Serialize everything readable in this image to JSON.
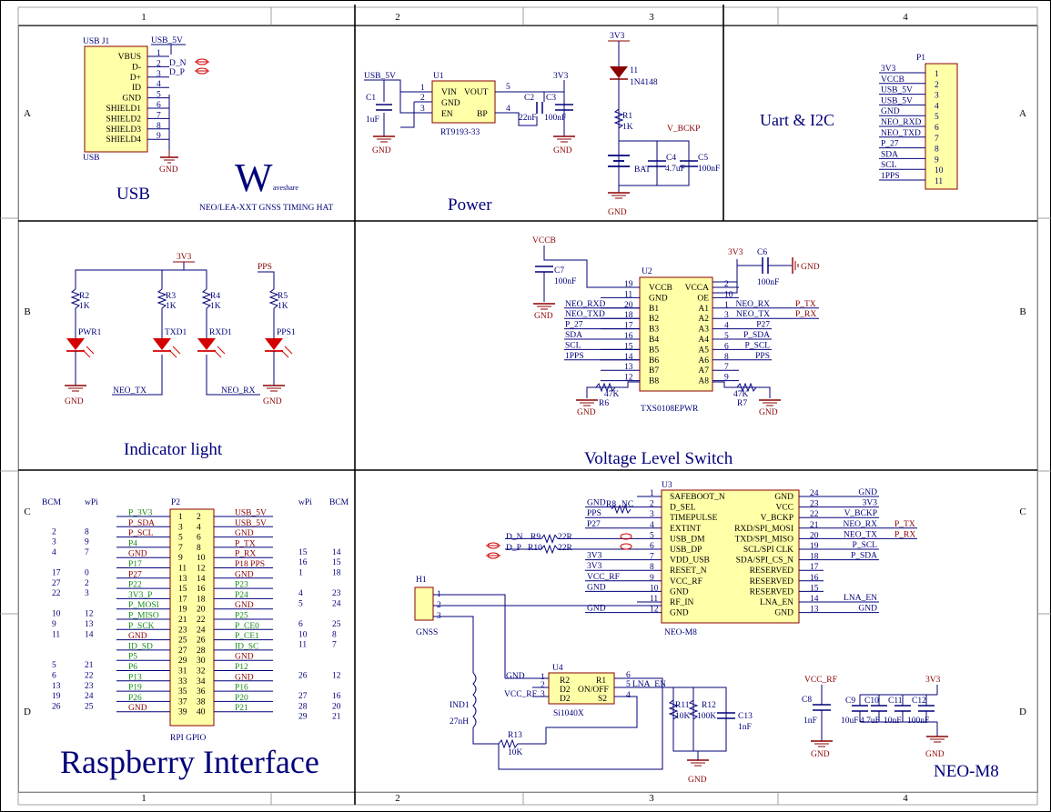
{
  "frame": {
    "columns": [
      "1",
      "2",
      "3",
      "4"
    ],
    "rows": [
      "A",
      "B",
      "C",
      "D"
    ]
  },
  "colors": {
    "wire": "#00007a",
    "label": "#8b0000",
    "part_fill": "#ffffa8",
    "part_stroke": "#8b0000",
    "led": "#d40000",
    "power": "#8b0000",
    "green_net": "#1a8c1a",
    "grid": "#000000"
  },
  "sections": {
    "usb": "USB",
    "power": "Power",
    "uart": "Uart & I2C",
    "indicator": "Indicator light",
    "level": "Voltage Level Switch",
    "raspberry": "Raspberry Interface",
    "neo": "NEO-M8"
  },
  "brand": {
    "logo_letter": "W",
    "logo_word": "aveshare",
    "product": "NEO/LEA-XXT GNSS TIMING HAT"
  },
  "usb": {
    "ref": "USB J1",
    "name": "USB",
    "pins": [
      "VBUS",
      "D-",
      "D+",
      "ID",
      "GND",
      "SHIELD1",
      "SHIELD2",
      "SHIELD3",
      "SHIELD4"
    ],
    "pin_numbers": [
      "1",
      "2",
      "3",
      "4",
      "5",
      "6",
      "7",
      "8",
      "9"
    ],
    "nets": [
      "USB_5V",
      "D_N",
      "D_P"
    ],
    "gnd": "GND"
  },
  "power": {
    "u1_ref": "U1",
    "u1_name": "RT9193-33",
    "u1_pins_left": [
      "VIN",
      "GND",
      "EN"
    ],
    "u1_pins_right": [
      "VOUT",
      "BP"
    ],
    "u1_pin_nums": [
      "1",
      "2",
      "3",
      "5",
      "4"
    ],
    "in_net": "USB_5V",
    "out_net": "3V3",
    "c1_ref": "C1",
    "c1_val": "1uF",
    "c2_ref": "C2",
    "c2_val": "22nF",
    "c3_ref": "C3",
    "c3_val": "100nF",
    "gnd": "GND",
    "d1_ref": "11",
    "d1_val": "1N4148",
    "r1_ref": "R1",
    "r1_val": "1K",
    "vbckp": "V_BCKP",
    "bat": "BAT",
    "c4_ref": "C4",
    "c4_val": "4.7uF",
    "c5_ref": "C5",
    "c5_val": "100nF"
  },
  "p1": {
    "ref": "P1",
    "nets": [
      "3V3",
      "VCCB",
      "USB_5V",
      "USB_5V",
      "GND",
      "NEO_RXD",
      "NEO_TXD",
      "P_27",
      "SDA",
      "SCL",
      "1PPS"
    ],
    "pins": [
      "1",
      "2",
      "3",
      "4",
      "5",
      "6",
      "7",
      "8",
      "9",
      "10",
      "11"
    ]
  },
  "indicator": {
    "net_3v3": "3V3",
    "net_pps": "PPS",
    "resistors": [
      {
        "ref": "R2",
        "val": "1K"
      },
      {
        "ref": "R3",
        "val": "1K"
      },
      {
        "ref": "R4",
        "val": "1K"
      },
      {
        "ref": "R5",
        "val": "1K"
      }
    ],
    "leds": [
      "PWR1",
      "TXD1",
      "RXD1",
      "PPS1"
    ],
    "neo_tx": "NEO_TX",
    "neo_rx": "NEO_RX",
    "gnd": "GND"
  },
  "level": {
    "u2_ref": "U2",
    "u2_name": "TXS0108EPWR",
    "vccb": "VCCB",
    "net_3v3": "3V3",
    "gnd": "GND",
    "c6_ref": "C6",
    "c6_val": "100nF",
    "c7_ref": "C7",
    "c7_val": "100nF",
    "left_pins": [
      "VCCB",
      "GND",
      "B1",
      "B2",
      "B3",
      "B4",
      "B5",
      "B6",
      "B7",
      "B8"
    ],
    "left_nums": [
      "19",
      "11",
      "20",
      "18",
      "17",
      "16",
      "15",
      "14",
      "13",
      "12"
    ],
    "right_pins": [
      "VCCA",
      "OE",
      "A1",
      "A2",
      "A3",
      "A4",
      "A5",
      "A6",
      "A7",
      "A8"
    ],
    "right_nums": [
      "2",
      "10",
      "1",
      "3",
      "4",
      "5",
      "6",
      "8",
      "7",
      "9"
    ],
    "left_nets": [
      "NEO_RXD",
      "NEO_TXD",
      "P_27",
      "SDA",
      "SCL",
      "1PPS"
    ],
    "right_nets_a": [
      "NEO_RX",
      "NEO_TX",
      "P27",
      "P_SDA",
      "P_SCL",
      "PPS"
    ],
    "right_nets_b": [
      "P_TX",
      "P_RX"
    ],
    "r6_ref": "R6",
    "r6_val": "47K",
    "r7_ref": "R7",
    "r7_val": "47K"
  },
  "rpi": {
    "ref": "P2",
    "name": "RPI GPIO",
    "bcm_head": "BCM",
    "wpi_head": "wPi",
    "left_nets": [
      "P_3V3",
      "P_SDA",
      "P_SCL",
      "P4",
      "GND",
      "P17",
      "P27",
      "P22",
      "3V3_P",
      "P_MOSI",
      "P_MISO",
      "P_SCK",
      "GND",
      "ID_SD",
      "P5",
      "P6",
      "P13",
      "P19",
      "P26",
      "GND"
    ],
    "right_nets": [
      "USB_5V",
      "USB_5V",
      "GND",
      "P_TX",
      "P_RX",
      "P18 PPS",
      "GND",
      "P23",
      "P24",
      "GND",
      "P25",
      "P_CE0",
      "P_CE1",
      "ID_SC",
      "GND",
      "P12",
      "GND",
      "P16",
      "P20",
      "P21"
    ],
    "bcm_left": [
      "",
      "2",
      "3",
      "4",
      "",
      "17",
      "27",
      "22",
      "",
      "10",
      "9",
      "11",
      "",
      "",
      "5",
      "6",
      "13",
      "19",
      "26",
      ""
    ],
    "wpi_left": [
      "",
      "8",
      "9",
      "7",
      "",
      "0",
      "2",
      "3",
      "",
      "12",
      "13",
      "14",
      "",
      "",
      "21",
      "22",
      "23",
      "24",
      "25",
      ""
    ],
    "wpi_right": [
      "",
      "",
      "",
      "15",
      "16",
      "1",
      "",
      "4",
      "5",
      "",
      "6",
      "10",
      "11",
      "",
      "",
      "26",
      "",
      "27",
      "28",
      "29"
    ],
    "bcm_right": [
      "",
      "",
      "",
      "14",
      "15",
      "18",
      "",
      "23",
      "24",
      "",
      "25",
      "8",
      "7",
      "",
      "",
      "12",
      "",
      "16",
      "20",
      "21"
    ]
  },
  "neo": {
    "u3_ref": "U3",
    "u3_name": "NEO-M8",
    "left_pins": [
      "SAFEBOOT_N",
      "D_SEL",
      "TIMEPULSE",
      "EXTINT",
      "USB_DM",
      "USB_DP",
      "VDD_USB",
      "RESET_N",
      "VCC_RF",
      "GND",
      "RF_IN",
      "GND"
    ],
    "left_nums": [
      "1",
      "2",
      "3",
      "4",
      "5",
      "6",
      "7",
      "8",
      "9",
      "10",
      "11",
      "12"
    ],
    "right_pins": [
      "GND",
      "VCC",
      "V_BCKP",
      "RXD/SPI_MOSI",
      "TXD/SPI_MISO",
      "SCL/SPI CLK",
      "SDA/SPI_CS_N",
      "RESERVED",
      "RESERVED",
      "RESERVED",
      "LNA_EN",
      "GND"
    ],
    "right_nums": [
      "24",
      "23",
      "22",
      "21",
      "20",
      "19",
      "18",
      "17",
      "16",
      "15",
      "14",
      "13"
    ],
    "left_nets": [
      "GND",
      "PPS",
      "P27",
      "D_N",
      "D_P",
      "3V3",
      "3V3",
      "VCC_RF",
      "GND",
      "",
      "GND"
    ],
    "right_nets": [
      "GND",
      "3V3",
      "V_BCKP",
      "NEO_RX",
      "NEO_TX",
      "P_SCL",
      "P_SDA",
      "",
      "",
      "",
      "LNA_EN",
      "GND"
    ],
    "right_nets_b": [
      "P_TX",
      "P_RX"
    ],
    "r8": "R8",
    "nc": "NC",
    "r9_ref": "R9",
    "r9_val": "22R",
    "r10_ref": "R10",
    "r10_val": "22R",
    "h1_ref": "H1",
    "h1_name": "GNSS",
    "h1_pins": [
      "1",
      "2",
      "3"
    ],
    "u4_ref": "U4",
    "u4_name": "Si1040X",
    "u4_left": [
      "R2",
      "D2",
      "D2"
    ],
    "u4_right": [
      "R1",
      "ON/OFF",
      "S2"
    ],
    "u4_nums_left": [
      "1",
      "2",
      "3"
    ],
    "u4_nums_right": [
      "6",
      "5",
      "4"
    ],
    "u4_gnd": "GND",
    "u4_vccrf": "VCC_RF",
    "u4_lna": "LNA_EN",
    "ind_ref": "IND1",
    "ind_val": "27nH",
    "r13_ref": "R13",
    "r13_val": "10K",
    "r11_ref": "R11",
    "r11_val": "10K",
    "r12_ref": "R12",
    "r12_val": "100K",
    "c13_ref": "C13",
    "c13_val": "1nF",
    "c8_ref": "C8",
    "c8_val": "1nF",
    "vccrf": "VCC_RF",
    "c9_ref": "C9",
    "c9_val": "10uF",
    "c10_ref": "C10",
    "c10_val": "4.7uF",
    "c11_ref": "C11",
    "c11_val": "10nF",
    "c12_ref": "C12",
    "c12_val": "100nF",
    "net_3v3": "3V3",
    "gnd": "GND"
  }
}
